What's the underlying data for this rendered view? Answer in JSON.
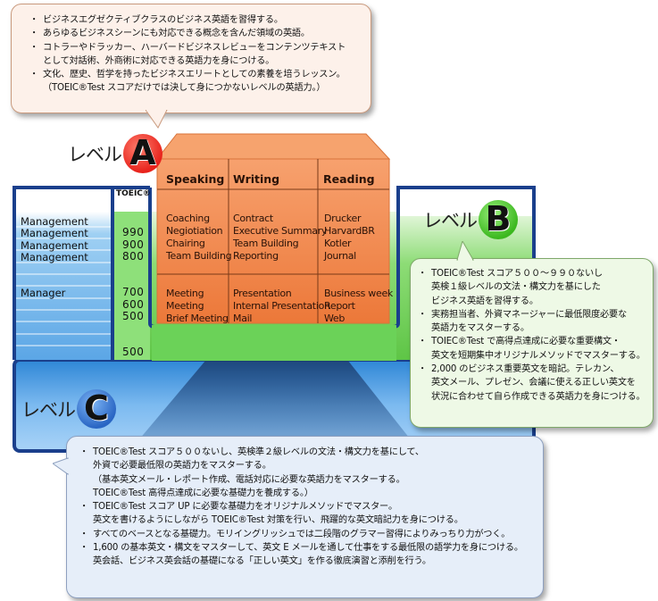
{
  "bubble_a": {
    "bullets": [
      "ビジネスエグゼクティブクラスのビジネス英語を習得する。",
      "あらゆるビジネスシーンにも対応できる概念を含んだ領域の英語。",
      "コトラーやドラッカー、ハーバードビジネスレビューをコンテンツテキスト\nとして対話術、外商術に対応できる英語力を身につける。",
      "文化、歴史、哲学を持ったビジネスエリートとしての素養を培うレッスン。\n（TOEIC®Test スコアだけでは決して身につかないレベルの英語力。）"
    ]
  },
  "bubble_b": {
    "bullets": [
      "TOEIC®Test スコア５００～９９０ないし\n英検１級レベルの文法・構文力を基にした\nビジネス英語を習得する。",
      "実務担当者、外資マネージャーに最低限度必要な\n英語力をマスターする。",
      "TOIEC®Test で高得点達成に必要な重要構文・\n英文を短期集中オリジナルメソッドでマスターする。",
      "2,000 のビジネス重要英文を暗記。テレカン、\n英文メール、プレゼン、会議に使える正しい英文を\n状況に合わせて自ら作成できる英語力を身につける。"
    ]
  },
  "bubble_c": {
    "bullets": [
      "TOEIC®Test スコア５００ないし、英検準２級レベルの文法・構文力を基にして、\n外資で必要最低限の英語力をマスターする。\n（基本英文メール・レポート作成、電話対応に必要な英語力をマスターする。\nTOEIC®Test 高得点達成に必要な基礎力を養成する。）",
      "TOEIC®Test スコア UP に必要な基礎力をオリジナルメソッドでマスター。\n英文を書けるようにしながら TOEIC®Test 対策を行い、飛躍的な英文暗記力を身につける。",
      "すべてのベースとなる基礎力。モリイングリッシュでは二段階のグラマー習得によりみっちり力がつく。",
      "1,600 の基本英文・構文をマスターして、英文 E メールを通して仕事をする最低限の語学力を身につける。\n英会話、ビジネス英会話の基礎になる「正しい英文」を作る徹底演習と添削を行う。"
    ]
  },
  "levels": {
    "a": {
      "word": "レベル",
      "letter": "A",
      "color": "#e8231c"
    },
    "b": {
      "word": "レベル",
      "letter": "B",
      "color": "#3cb81f"
    },
    "c": {
      "word": "レベル",
      "letter": "C",
      "color": "#2a66c4"
    }
  },
  "table": {
    "toeic_header": "TOEIC®",
    "labels": [
      "Management",
      "Management",
      "Management",
      "Management",
      "Manager"
    ],
    "scores": [
      "990",
      "900",
      "800",
      "700",
      "600",
      "500",
      "500"
    ]
  },
  "box": {
    "headers": [
      "Speaking",
      "Writing",
      "Reading"
    ],
    "upper": [
      "Coaching\nNegiotiation\nChairing\nTeam Building",
      "Contract\nExecutive Summary\nTeam Building\nReporting",
      "Drucker\nHarvardBR\nKotler\nJournal"
    ],
    "lower": [
      "Meeting\nMeeting\nBrief Meeting",
      "Presentation\nInternal Presentation\nMail",
      "Business week\nReport\nWeb"
    ]
  },
  "colors": {
    "frame": "#1a3f8c",
    "box_orange": "#ef8048",
    "box_top": "#f6a06d",
    "green": "#7ed66a",
    "blue": "#5aa8ea"
  }
}
